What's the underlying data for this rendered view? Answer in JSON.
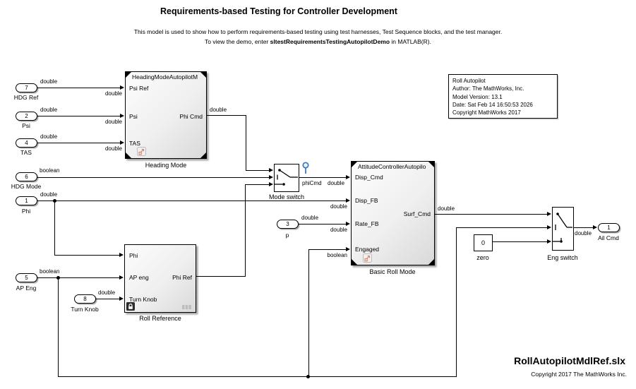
{
  "title": "Requirements-based Testing for Controller Development",
  "description": {
    "line1": "This model is used to show how to perform requirements-based testing using test harnesses, Test Sequence blocks, and the test manager.",
    "line2_prefix": "To view the demo, enter ",
    "line2_command": "sltestRequirementsTestingAutopilotDemo",
    "line2_suffix": " in MATLAB(R)."
  },
  "inports": [
    {
      "id": "7",
      "name": "HDG Ref",
      "dtype": "double"
    },
    {
      "id": "2",
      "name": "Psi",
      "dtype": "double"
    },
    {
      "id": "4",
      "name": "TAS",
      "dtype": "double"
    },
    {
      "id": "6",
      "name": "HDG Mode",
      "dtype": "boolean"
    },
    {
      "id": "1",
      "name": "Phi",
      "dtype": "double"
    },
    {
      "id": "5",
      "name": "AP Eng",
      "dtype": "boolean"
    },
    {
      "id": "8",
      "name": "Turn Knob",
      "dtype": "double"
    },
    {
      "id": "3",
      "name": "p",
      "dtype": "double"
    }
  ],
  "outport": {
    "id": "1",
    "name": "Ail Cmd",
    "dtype": "double"
  },
  "blocks": {
    "heading_mode": {
      "title": "HeadingModeAutopilotM",
      "in1": "Psi Ref",
      "in2": "Psi",
      "in3": "TAS",
      "out1": "Phi Cmd",
      "out_dtype": "double",
      "in_dtypes": [
        "double",
        "double",
        "double"
      ],
      "label": "Heading Mode"
    },
    "mode_switch": {
      "label": "Mode switch",
      "out_signal": "phiCmd",
      "out_dtype": "double"
    },
    "basic_roll_mode": {
      "title": "AttitudeControllerAutopilo",
      "in1": "Disp_Cmd",
      "in2": "Disp_FB",
      "in3": "Rate_FB",
      "in4": "Engaged",
      "out1": "Surf_Cmd",
      "out_dtype": "double",
      "in_dtypes": [
        "double",
        "double",
        "double",
        "boolean"
      ],
      "label": "Basic Roll Mode"
    },
    "roll_reference": {
      "in1": "Phi",
      "in2": "AP eng",
      "in3": "Turn Knob",
      "out1": "Phi Ref",
      "label": "Roll Reference"
    },
    "eng_switch": {
      "label": "Eng switch",
      "out_dtype": "double"
    },
    "zero": {
      "value": "0",
      "label": "zero"
    }
  },
  "annotation": {
    "lines": [
      "Roll Autopilot",
      "Author: The MathWorks, Inc.",
      "Model Version: 13.1",
      "Date: Sat Feb 14 16:50:53 2026",
      "Copyright MathWorks 2017"
    ]
  },
  "footer": {
    "model_name": "RollAutopilotMdlRef.slx",
    "copyright": "Copyright 2017 The MathWorks Inc."
  },
  "colors": {
    "testpoint_blue": "#3b76b8",
    "badge_red": "#d9806c",
    "line": "#000000"
  }
}
